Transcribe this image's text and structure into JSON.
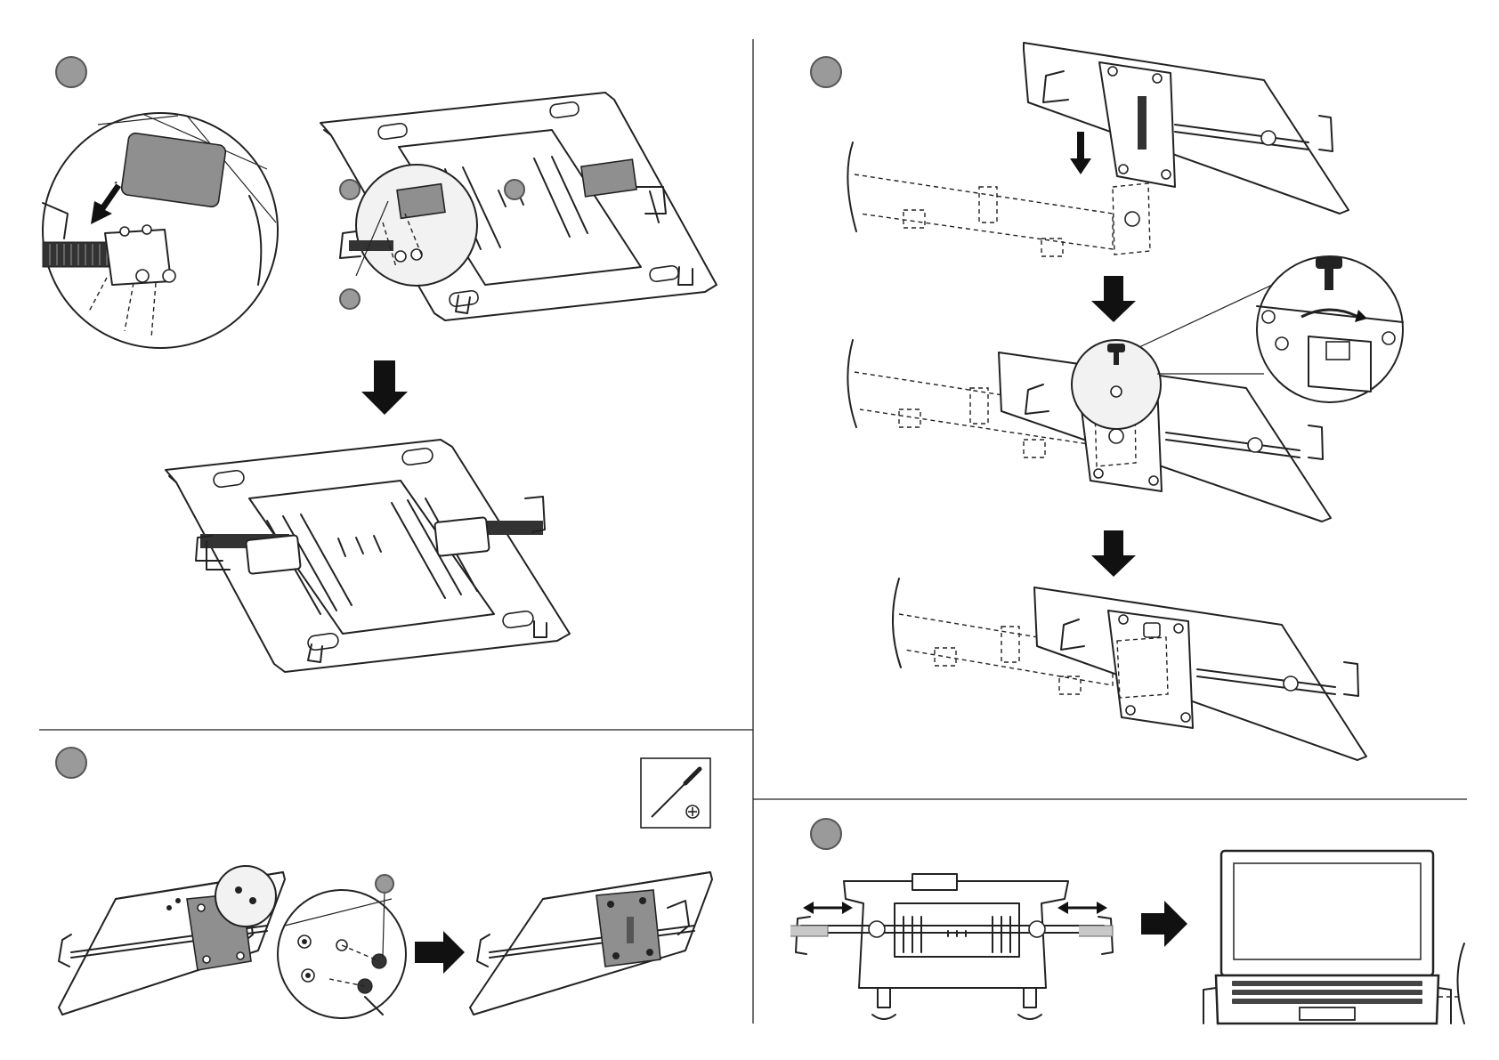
{
  "diagram": {
    "type": "assembly-instructions",
    "panels": [
      {
        "id": "attach-sliders",
        "step_badge": ""
      },
      {
        "id": "fix-vesa-plate",
        "step_badge": "",
        "tool": "phillips-screwdriver"
      },
      {
        "id": "mount-on-arm",
        "step_badge": ""
      },
      {
        "id": "adjust-and-place-laptop",
        "step_badge": ""
      }
    ],
    "colors": {
      "line": "#222222",
      "badge": "#9a9a9a",
      "part_grey": "#8f8f8f",
      "background": "#ffffff"
    }
  }
}
